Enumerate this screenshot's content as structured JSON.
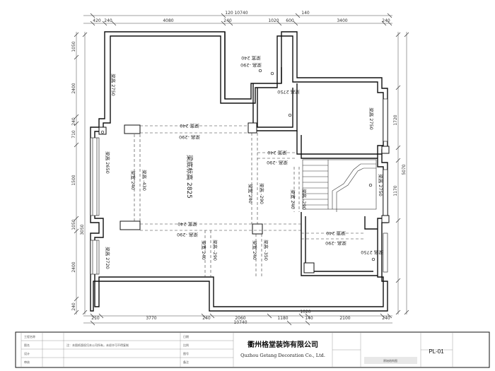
{
  "dimensions": {
    "top_lower": [
      "420",
      "240",
      "4080",
      "240",
      "1020",
      "600",
      "3400",
      "240"
    ],
    "top_upper": [
      "120",
      "10740",
      "140"
    ],
    "bottom_upper": [
      "210",
      "3770",
      "240",
      "2060",
      "1180",
      "140",
      "2100",
      "240"
    ],
    "bottom_lower": [
      "10740",
      "1020"
    ],
    "left": [
      "1050",
      "2400",
      "240",
      "710",
      "1500",
      "1050",
      "3050",
      "2400",
      "240"
    ],
    "right": [
      "1170",
      "1720",
      "5070"
    ]
  },
  "beams": {
    "beam_top": [
      "梁宽 240",
      "梁高 -290"
    ],
    "beam_center_v": [
      "梁宽 240",
      "梁高 -430"
    ],
    "beam_mid_h": [
      "梁宽 240",
      "梁高 -290"
    ],
    "beam_col_v": [
      "梁宽 240",
      "梁高 -290"
    ],
    "beam_stair_top": [
      "梁宽 240",
      "梁高 -290"
    ],
    "beam_stair_v": [
      "梁宽 240",
      "梁高 -290"
    ],
    "beam_lower_v1": [
      "梁宽 240",
      "梁高 -290"
    ],
    "beam_lower_v2": [
      "梁宽 240",
      "梁高 -350"
    ],
    "beam_lr_h": [
      "梁宽 240",
      "梁高 -290"
    ],
    "beam_topbox": [
      "梁宽 240",
      "梁高 -290"
    ]
  },
  "elevations": {
    "main": "梁底标高 2825",
    "left_upper": "梁高 2650",
    "left_lower": "梁高 2720",
    "top_left_room": "梁高 2750",
    "top_right_room": "梁高 2750",
    "small_room": "梁高 2750",
    "stair_right": "梁高 2750",
    "lower_right": "梁高 2750"
  },
  "titleblock": {
    "company_cn": "衢州格堂装饰有限公司",
    "company_en": "Quzhou Getang Decoration Co., Ltd.",
    "drawing_name": "原始结构图",
    "drawing_no": "PL-01",
    "small_labels": [
      "工程名称",
      "图名",
      "设计",
      "审核",
      "日期",
      "比例",
      "图号",
      "备注"
    ],
    "notes": "注：本图纸版权归本公司所有，未经许可不得复制"
  }
}
